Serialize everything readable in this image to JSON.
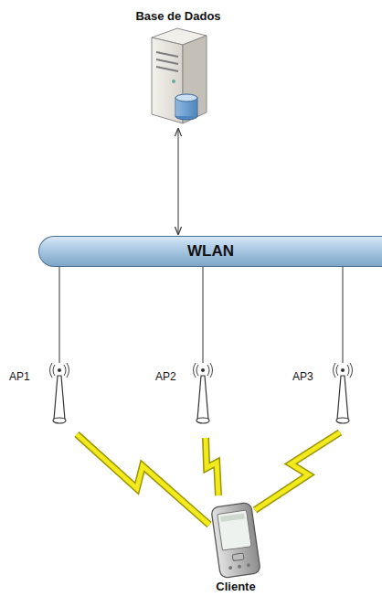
{
  "diagram": {
    "nodes": [
      {
        "text": [
          "Base de Dados"
        ]
      },
      {
        "text": [
          "WLAN"
        ]
      },
      {
        "text": [
          "AP1"
        ]
      },
      {
        "text": [
          "AP2"
        ]
      },
      {
        "text": [
          "AP3"
        ]
      },
      {
        "text": [
          "Cliente"
        ]
      }
    ],
    "edges": [
      {
        "from": 0,
        "to": 1,
        "arrow": "both"
      },
      {
        "from": 1,
        "to": 2,
        "arrow": "none"
      },
      {
        "from": 1,
        "to": 3,
        "arrow": "none"
      },
      {
        "from": 1,
        "to": 4,
        "arrow": "none"
      },
      {
        "from": 2,
        "to": 5,
        "arrow": "none"
      },
      {
        "from": 3,
        "to": 5,
        "arrow": "none"
      },
      {
        "from": 4,
        "to": 5,
        "arrow": "none"
      }
    ]
  }
}
